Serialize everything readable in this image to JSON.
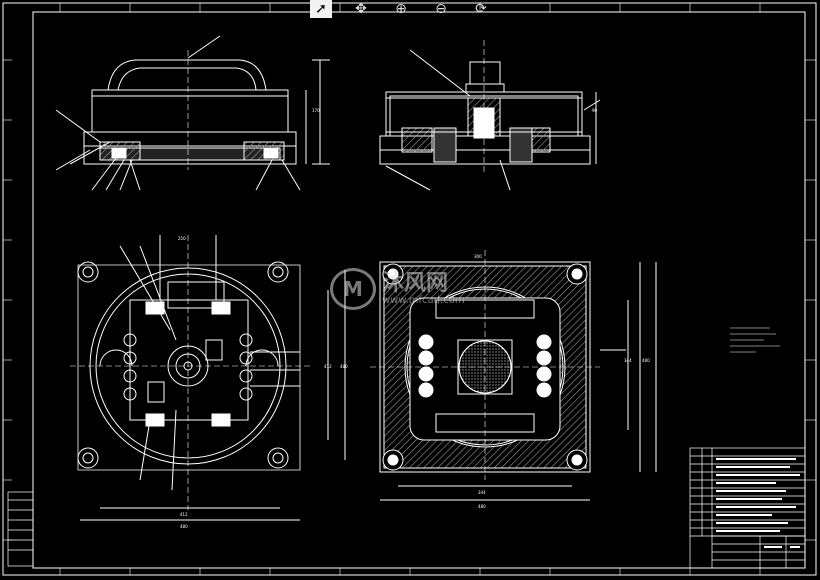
{
  "toolbar": {
    "tools": [
      {
        "name": "select-tool",
        "glyph": "➚"
      },
      {
        "name": "pan-tool",
        "glyph": "✥"
      },
      {
        "name": "zoom-in-tool",
        "glyph": "⊕"
      },
      {
        "name": "zoom-out-tool",
        "glyph": "⊖"
      },
      {
        "name": "zoom-fit-tool",
        "glyph": "⟳"
      }
    ]
  },
  "watermark": {
    "logo": "M",
    "name": "沐风网",
    "url": "www.mfcad.com"
  },
  "colors": {
    "background": "#000000",
    "line": "#ffffff",
    "hatch": "#9a9a9a",
    "accent": "#e0e0e0"
  }
}
